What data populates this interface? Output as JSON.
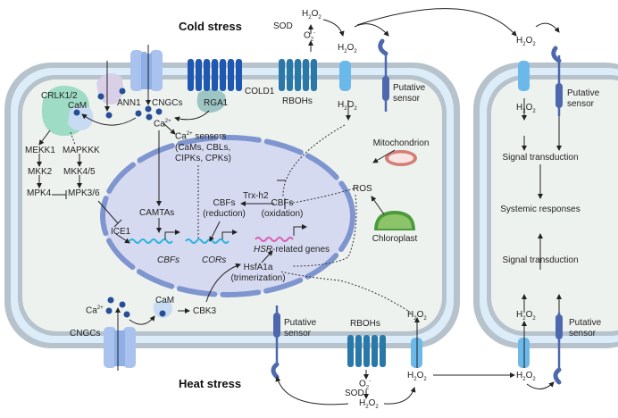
{
  "titles": {
    "cold": "Cold stress",
    "heat": "Heat stress"
  },
  "colors": {
    "cell_wall": "#b7c3cc",
    "membrane_fill": "#dcedf9",
    "cytoplasm": "#eef2ef",
    "nucleus": "#d6daf0",
    "nuclear_envelope": "#7f95cf",
    "channel": "#8eb0e6",
    "rboh": "#2a78a8",
    "cold1": "#1f58b0",
    "sensor": "#4d68ad",
    "aquaporin": "#6bb8ea",
    "calcium": "#264f96",
    "crlk": "#9fdcc6",
    "ann1": "#d9d0e8",
    "rga1": "#9cc5c4",
    "dna_cyan": "#2fb3e0",
    "dna_pink": "#d860b4"
  },
  "cold_components": {
    "crlk": "CRLK1/2",
    "cam_top": "CaM",
    "ann1": "ANN1",
    "cngcs_top": "CNGCs",
    "rga1": "RGA1",
    "cold1": "COLD1",
    "rbohs_top": "RBOHs",
    "sod_top": "SOD",
    "h2o2_sod_top": "H2O2",
    "o2_top": "O2-",
    "ca_top": "Ca2+",
    "ca_sensors": [
      "Ca2+ sensors",
      "(CaMs, CBLs,",
      "CIPKs, CPKs)"
    ],
    "putative_sensor_top": [
      "Putative",
      "sensor"
    ],
    "h2o2_above_channel": "H2O2",
    "h2o2_below_channel": "H2O2"
  },
  "mapk": {
    "left": [
      "MEKK1",
      "MKK2",
      "MPK4"
    ],
    "right": [
      "MAPKKK",
      "MKK4/5",
      "MPK3/6"
    ]
  },
  "nucleus": {
    "ice1": "ICE1",
    "camtas": "CAMTAs",
    "cbfs_gene": "CBFs",
    "cors_gene": "CORs",
    "trx": "Trx-h2",
    "cbfs_reduced": [
      "CBFs",
      "(reduction)"
    ],
    "cbfs_oxidized": [
      "CBFs",
      "(oxidation)"
    ],
    "hsr_genes": [
      "HSR",
      "-related genes"
    ],
    "hsfa1a": [
      "HsfA1a",
      "(trimerization)"
    ]
  },
  "organelles": {
    "mitochondrion": "Mitochondrion",
    "ros": "ROS",
    "chloroplast": "Chloroplast"
  },
  "heat_components": {
    "ca": "Ca2+",
    "cam": "CaM",
    "cbk3": "CBK3",
    "cngcs": "CNGCs",
    "putative_sensor": [
      "Putative",
      "sensor"
    ],
    "rbohs": "RBOHs",
    "o2": "O2-",
    "sod": "SOD",
    "h2o2_sod": "H2O2",
    "h2o2_in": "H2O2",
    "h2o2_out": "H2O2"
  },
  "right_cell": {
    "h2o2_top_out": "H2O2",
    "h2o2_top_in": "H2O2",
    "sensor_top": [
      "Putative",
      "sensor"
    ],
    "signal_top": "Signal transduction",
    "systemic": "Systemic responses",
    "signal_bottom": "Signal transduction",
    "h2o2_bottom_in": "H2O2",
    "h2o2_bottom_out": "H2O2",
    "sensor_bottom": [
      "Putative",
      "sensor"
    ]
  }
}
